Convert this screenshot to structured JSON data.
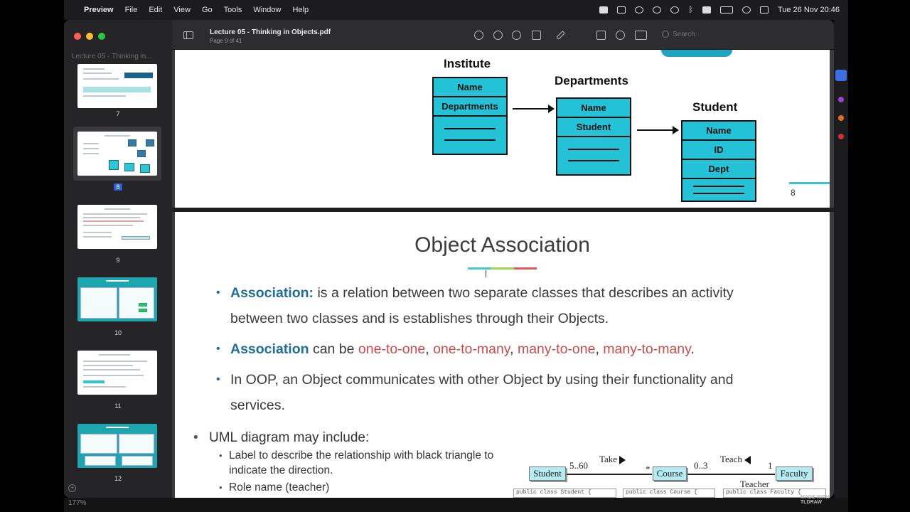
{
  "menubar": {
    "app_name": "Preview",
    "menus": [
      "File",
      "Edit",
      "View",
      "Go",
      "Tools",
      "Window",
      "Help"
    ],
    "datetime": "Tue 26 Nov  20:46"
  },
  "window": {
    "doc_title": "Lecture 05 - Thinking in Objects.pdf",
    "page_info": "Page 9 of 41",
    "search_placeholder": "Search"
  },
  "sidebar": {
    "title": "Lecture 05 - Thinking in...",
    "pages": [
      {
        "number": "7",
        "style": "white"
      },
      {
        "number": "8",
        "style": "white",
        "selected": true
      },
      {
        "number": "9",
        "style": "white"
      },
      {
        "number": "10",
        "style": "teal"
      },
      {
        "number": "11",
        "style": "white"
      },
      {
        "number": "12",
        "style": "teal"
      }
    ]
  },
  "page8": {
    "uml_titles": [
      "Institute",
      "Departments",
      "Student"
    ],
    "institute_fields": [
      "Name",
      "Departments"
    ],
    "departments_fields": [
      "Name",
      "Student"
    ],
    "student_fields": [
      "Name",
      "ID",
      "Dept"
    ],
    "page_number": "8"
  },
  "page9": {
    "title": "Object Association",
    "bullet1": {
      "keyword": "Association:",
      "text": " is a relation between two separate classes that describes an activity between two classes and is establishes through their Objects."
    },
    "bullet2": {
      "keyword": "Association",
      "prefix": " can be ",
      "kinds": [
        "one-to-one",
        "one-to-many",
        "many-to-one",
        "many-to-many"
      ],
      "sep": ", ",
      "end": "."
    },
    "bullet3": "In OOP, an Object communicates with other Object by using their functionality and services.",
    "uml_heading": "UML diagram may include:",
    "uml_subs": [
      "Label to describe the relationship with black triangle to indicate the direction.",
      "Role name (teacher)"
    ],
    "diagram": {
      "classes": [
        "Student",
        "Course",
        "Faculty"
      ],
      "take_label": "Take",
      "teach_label": "Teach",
      "mult_student": "5..60",
      "mult_course_left": "*",
      "mult_course_right": "0..3",
      "mult_faculty": "1",
      "role": "Teacher"
    },
    "code_snippets": [
      "public class Student {",
      "public class Course {",
      "public class Faculty {"
    ]
  },
  "status": {
    "zoom": "177%",
    "watermark": "MADE WITH TLDRAW"
  },
  "colors": {
    "accent_blue": "#1f6f9d",
    "accent_red": "#cc4a4a",
    "uml_cyan": "#24c2d6"
  }
}
